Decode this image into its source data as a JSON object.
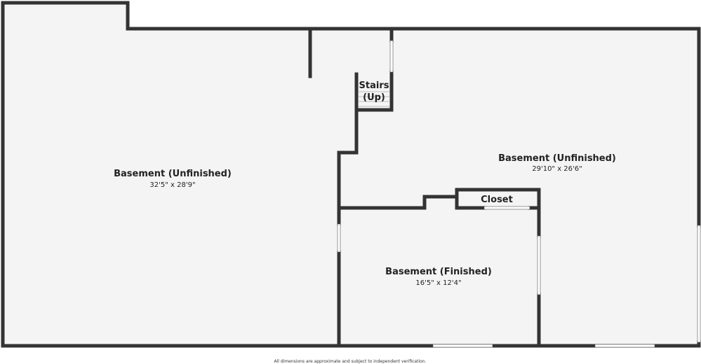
{
  "rooms": [
    {
      "id": "left",
      "name": "Basement (Unfinished)",
      "dimensions": "32'5\" x 28'9\""
    },
    {
      "id": "right",
      "name": "Basement (Unfinished)",
      "dimensions": "29'10\" x 26'6\""
    },
    {
      "id": "finished",
      "name": "Basement (Finished)",
      "dimensions": "16'5\" x 12'4\""
    },
    {
      "id": "closet",
      "name": "Closet"
    },
    {
      "id": "stairs",
      "name_line1": "Stairs",
      "name_line2": "(Up)"
    }
  ],
  "footer": {
    "disclaimer": "All dimensions are approximate and subject to independent verification."
  },
  "colors": {
    "wall": "#333333",
    "floor": "#f4f4f4",
    "opening": "#ffffff"
  }
}
